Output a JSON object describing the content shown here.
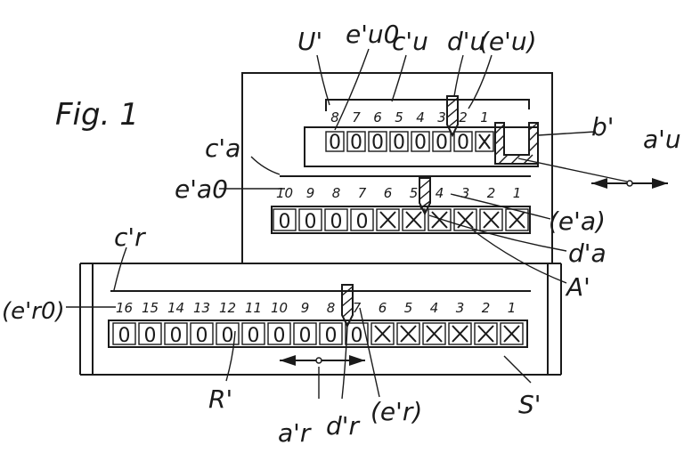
{
  "figure": {
    "title": "Fig. 1",
    "labels": {
      "U": "U'",
      "e_u0": "e'u0",
      "c_u": "c'u",
      "d_u": "d'u",
      "e_u_paren": "(e'u)",
      "b": "b'",
      "a_u": "a'u",
      "c_a": "c'a",
      "e_a0": "e'a0",
      "e_a_paren": "(e'a)",
      "d_a": "d'a",
      "A": "A'",
      "c_r": "c'r",
      "e_r0_paren": "(e'r0)",
      "R": "R'",
      "a_r": "a'r",
      "d_r": "d'r",
      "e_r_paren": "(e'r)",
      "S": "S'"
    },
    "upper_register": {
      "numbers": [
        "8",
        "7",
        "6",
        "5",
        "4",
        "3",
        "2",
        "1"
      ],
      "cells": [
        "0",
        "0",
        "0",
        "0",
        "0",
        "0",
        "0",
        "X"
      ]
    },
    "middle_register": {
      "numbers": [
        "10",
        "9",
        "8",
        "7",
        "6",
        "5",
        "4",
        "3",
        "2",
        "1"
      ],
      "cells": [
        "0",
        "0",
        "0",
        "0",
        "X",
        "X",
        "X",
        "X",
        "X",
        "X"
      ]
    },
    "lower_register": {
      "numbers": [
        "16",
        "15",
        "14",
        "13",
        "12",
        "11",
        "10",
        "9",
        "8",
        "7",
        "6",
        "5",
        "4",
        "3",
        "2",
        "1"
      ],
      "cells": [
        "0",
        "0",
        "0",
        "0",
        "0",
        "0",
        "0",
        "0",
        "0",
        "0",
        "X",
        "X",
        "X",
        "X",
        "X",
        "X"
      ]
    },
    "colors": {
      "ink": "#1a1a1a",
      "background": "#ffffff"
    }
  }
}
